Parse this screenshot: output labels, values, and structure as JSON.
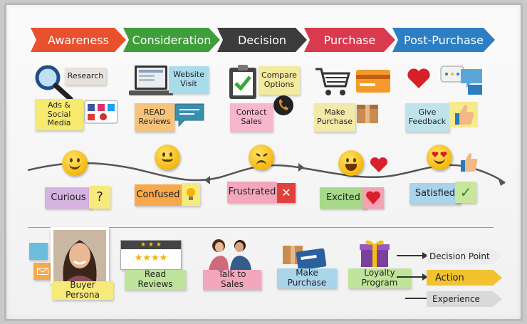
{
  "stages": [
    {
      "label": "Awareness",
      "color": "#e8502e"
    },
    {
      "label": "Consideration",
      "color": "#3f9e3a"
    },
    {
      "label": "Decision",
      "color": "#3c3c3c"
    },
    {
      "label": "Purchase",
      "color": "#d93a4e"
    },
    {
      "label": "Post-Purchase",
      "color": "#2d7fc4"
    }
  ],
  "touchpoints": {
    "research": "Research",
    "ads": "Ads &\nSocial Media",
    "website": "Website\nVisit",
    "reviews": "READ\nReviews",
    "compare": "Compare\nOptions",
    "contact": "Contact\nSales",
    "make_purchase": "Make\nPurchase",
    "feedback": "Give\nFeedback"
  },
  "emotions": [
    {
      "label": "Curious",
      "symbol": "?"
    },
    {
      "label": "Confused",
      "symbol": "bulb"
    },
    {
      "label": "Frustrated",
      "symbol": "✕"
    },
    {
      "label": "Excited",
      "symbol": "heart"
    },
    {
      "label": "Satisfied",
      "symbol": "✓"
    }
  ],
  "bottom": {
    "persona": "Buyer Persona",
    "read_reviews": "Read Reviews",
    "talk_sales": "Talk to Sales",
    "make_purchase": "Make Purchase",
    "loyalty": "Loyalty Program"
  },
  "legend": [
    {
      "label": "Decision Point",
      "color": "#333333"
    },
    {
      "label": "Action",
      "color": "#f2c230"
    },
    {
      "label": "Experience",
      "color": "#7a7a7a"
    }
  ],
  "icons": {
    "research": "magnifier-icon",
    "ads": "social-media-icon",
    "website": "laptop-icon",
    "reviews": "chat-bubble-icon",
    "compare": "clipboard-check-icon",
    "contact": "phone-icon",
    "purchase": "shopping-cart-icon",
    "card": "credit-card-icon",
    "box": "package-icon",
    "feedback": "heart-chat-icon",
    "thumbs": "thumbs-up-icon"
  }
}
